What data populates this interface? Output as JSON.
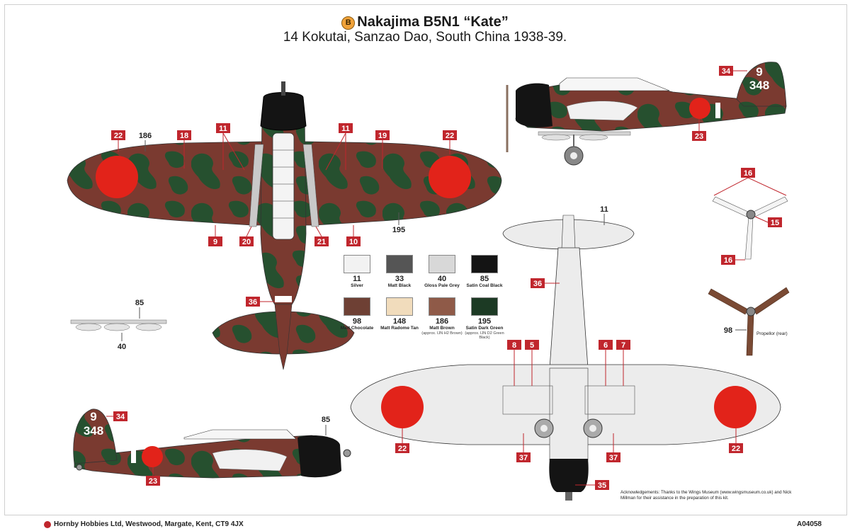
{
  "header": {
    "badge": "B",
    "title": "Nakajima B5N1 “Kate”",
    "subtitle": "14 Kokutai, Sanzao Dao, South China 1938-39."
  },
  "refs": {
    "r22a": "22",
    "r186": "186",
    "r18": "18",
    "r11a": "11",
    "r11b": "11",
    "r19": "19",
    "r22b": "22",
    "r9": "9",
    "r20": "20",
    "r21": "21",
    "r10": "10",
    "r195": "195",
    "r34a": "34",
    "r23a": "23",
    "r16a": "16",
    "r15": "15",
    "r16b": "16",
    "r98p": "98",
    "r11c": "11",
    "r36a": "36",
    "r36b": "36",
    "r85a": "85",
    "r40": "40",
    "r8": "8",
    "r5": "5",
    "r6": "6",
    "r7": "7",
    "r22c": "22",
    "r22d": "22",
    "r37a": "37",
    "r37b": "37",
    "r35": "35",
    "r34b": "34",
    "r85b": "85",
    "r23b": "23"
  },
  "tail": {
    "code_top": "9",
    "code_bottom": "348"
  },
  "colours": [
    {
      "num": "11",
      "name": "Silver",
      "approx": "",
      "hex": "#f2f2f2"
    },
    {
      "num": "33",
      "name": "Matt Black",
      "approx": "",
      "hex": "#555555"
    },
    {
      "num": "40",
      "name": "Gloss Pale Grey",
      "approx": "",
      "hex": "#d8d8d8"
    },
    {
      "num": "85",
      "name": "Satin Coal Black",
      "approx": "",
      "hex": "#141414"
    },
    {
      "num": "98",
      "name": "Matt Chocolate",
      "approx": "",
      "hex": "#6e4034"
    },
    {
      "num": "148",
      "name": "Matt Radome Tan",
      "approx": "",
      "hex": "#f1dcbc"
    },
    {
      "num": "186",
      "name": "Matt Brown",
      "approx": "(approx. IJN H2 Brown)",
      "hex": "#8f5a48"
    },
    {
      "num": "195",
      "name": "Satin Dark Green",
      "approx": "(approx. IJN D2 Green Black)",
      "hex": "#1c3a24"
    }
  ],
  "propeller_label": "Propellor (rear)",
  "acknowledgements": "Acknowledgements: Thanks to the Wings Museum (www.wingsmuseum.co.uk) and Nick Millman for their assistance in the preparation of this kit.",
  "footer": {
    "company": "Hornby Hobbies Ltd, Westwood, Margate, Kent, CT9 4JX",
    "code": "A04058"
  },
  "palette": {
    "hinomaru": "#e2231a",
    "callout": "#c0262d",
    "brown": "#7a3a30",
    "green": "#26502f",
    "underside": "#ececec"
  }
}
